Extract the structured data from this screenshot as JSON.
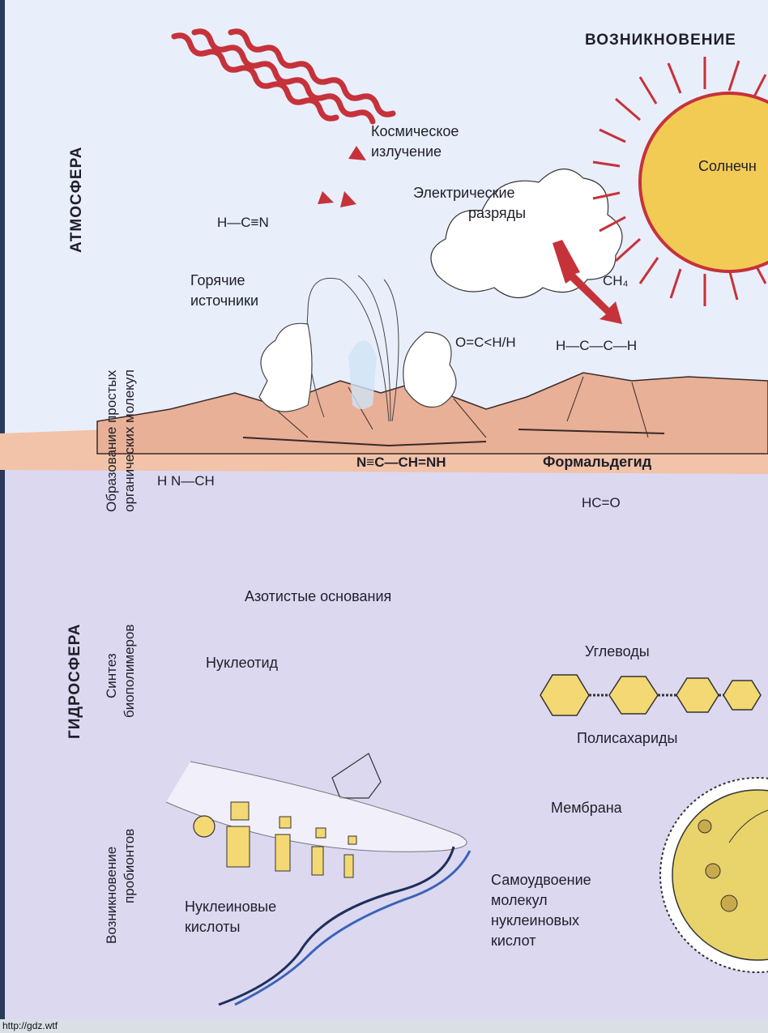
{
  "title": "ВОЗНИКНОВЕНИЕ",
  "sections": {
    "atmosphere": "АТМОСФЕРА",
    "hydrosphere": "ГИДРОСФЕРА",
    "stage1": [
      "Образование простых",
      "органических молекул"
    ],
    "stage2": [
      "Синтез",
      "биополимеров"
    ],
    "stage3": [
      "Возникновение",
      "пробионтов"
    ]
  },
  "labels": {
    "cosmic": [
      "Космическое",
      "излучение"
    ],
    "electric": [
      "Электрические",
      "разряды"
    ],
    "sun": "Солнечн",
    "springs": [
      "Горячие",
      "источники"
    ],
    "formaldehyde": "Формальдегид",
    "bases": "Азотистые основания",
    "nucleotide": "Нуклеотид",
    "carbs": "Углеводы",
    "polysaccharides": "Полисахариды",
    "membrane": "Мембрана",
    "nucleic": [
      "Нуклеиновые",
      "кислоты"
    ],
    "selfcopy": [
      "Самоудвоение",
      "молекул",
      "нуклеиновых",
      "кислот"
    ]
  },
  "formulas": {
    "hcn": "H—C≡N",
    "ch4": "CH₄",
    "formaldehyde_top": "O=C<H/H",
    "ethane": "H—C—C—H",
    "chain": "N≡C—CH=NH",
    "malononitrile": "H N—CH",
    "hco": "HC=O"
  },
  "footer": "http://gdz.wtf",
  "colors": {
    "sky": "#e9eefb",
    "water": "#dcd8f0",
    "earth": "#f2c3a8",
    "sun": "#f2cb55",
    "ray": "#c6323a",
    "hexagon": "#f3d873"
  }
}
